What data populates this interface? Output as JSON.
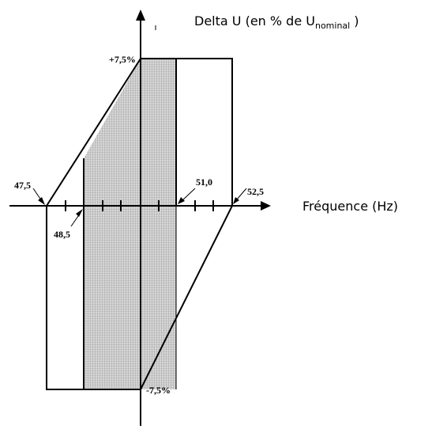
{
  "y_axis": {
    "label_main": "Delta U (en % de U",
    "label_subscript": "nominal",
    "label_close": " )"
  },
  "x_axis": {
    "label": "Fréquence (Hz)"
  },
  "frequency_labels": {
    "f_47_5": "47,5",
    "f_48_5": "48,5",
    "f_51_0": "51,0",
    "f_52_5": "52,5"
  },
  "voltage_labels": {
    "top": "+7,5%",
    "bottom": "-7,5%"
  },
  "colors": {
    "line": "#000000",
    "hatch": "#9a9a9a",
    "background": "#ffffff"
  }
}
